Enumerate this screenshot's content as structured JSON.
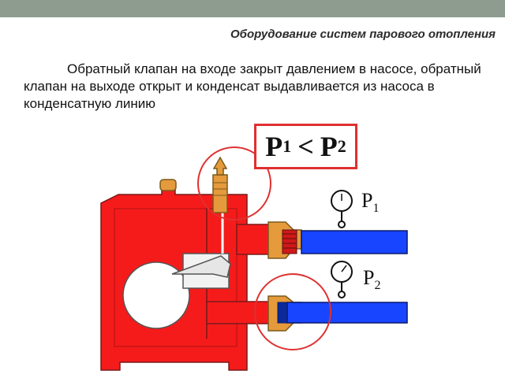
{
  "header": {
    "title": "Оборудование систем парового отопления"
  },
  "body": {
    "paragraph": "Обратный клапан на входе закрыт давлением в насосе, обратный клапан на выходе открыт и конденсат выдавливается из насоса в конденсатную линию"
  },
  "formula": {
    "left_symbol": "P",
    "left_index": "1",
    "operator": "<",
    "right_symbol": "P",
    "right_index": "2"
  },
  "gauges": [
    {
      "symbol": "P",
      "index": "1"
    },
    {
      "symbol": "P",
      "index": "2"
    }
  ],
  "colors": {
    "body_red": "#f51b1b",
    "pipe_blue": "#1845ff",
    "highlight_circle": "#e03030",
    "brass": "#e59a3c",
    "top_band": "#8d9c8f"
  }
}
